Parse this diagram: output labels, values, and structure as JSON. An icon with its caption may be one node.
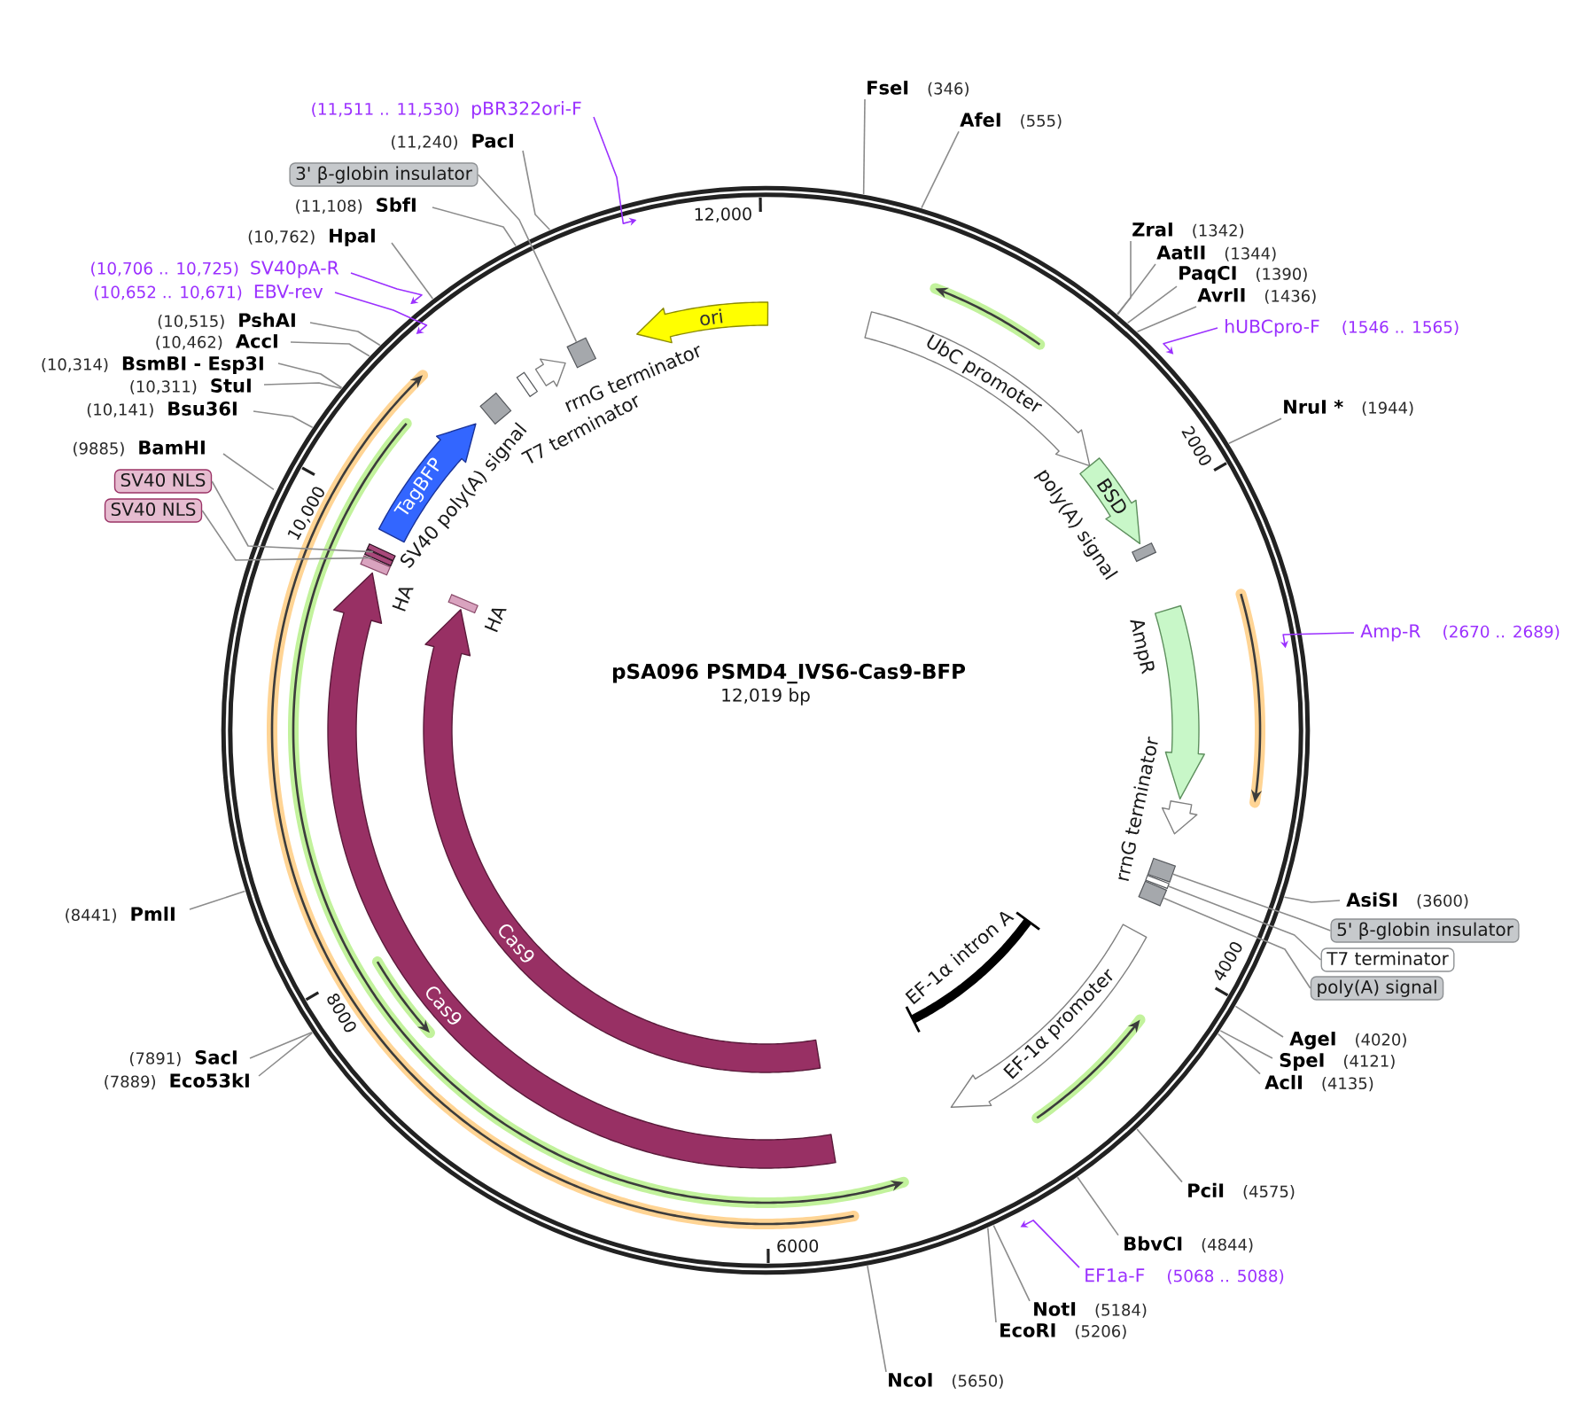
{
  "diagram": {
    "title": "pSA096 PSMD4_IVS6-Cas9-BFP",
    "nodes": [
      {
        "text": [
          "FseI",
          "(346)"
        ]
      },
      {
        "text": [
          "AfeI",
          "(555)"
        ]
      },
      {
        "text": [
          "ZraI",
          "(1342)"
        ]
      },
      {
        "text": [
          "AatII",
          "(1344)"
        ]
      },
      {
        "text": [
          "PaqCI",
          "(1390)"
        ]
      },
      {
        "text": [
          "AvrII",
          "(1436)"
        ]
      },
      {
        "text": [
          "hUBCpro-F",
          "(1546 .. 1565)"
        ]
      },
      {
        "text": [
          "NruI *",
          "(1944)"
        ]
      },
      {
        "text": [
          "Amp-R",
          "(2670 .. 2689)"
        ]
      },
      {
        "text": [
          "AsiSI",
          "(3600)"
        ]
      },
      {
        "text": [
          "5' β-globin insulator"
        ]
      },
      {
        "text": [
          "T7 terminator"
        ]
      },
      {
        "text": [
          "poly(A) signal"
        ]
      },
      {
        "text": [
          "AgeI",
          "(4020)"
        ]
      },
      {
        "text": [
          "SpeI",
          "(4121)"
        ]
      },
      {
        "text": [
          "AclI",
          "(4135)"
        ]
      },
      {
        "text": [
          "PciI",
          "(4575)"
        ]
      },
      {
        "text": [
          "BbvCI",
          "(4844)"
        ]
      },
      {
        "text": [
          "EF1a-F",
          "(5068 .. 5088)"
        ]
      },
      {
        "text": [
          "NotI",
          "(5184)"
        ]
      },
      {
        "text": [
          "EcoRI",
          "(5206)"
        ]
      },
      {
        "text": [
          "NcoI",
          "(5650)"
        ]
      },
      {
        "text": [
          "(7889)",
          "Eco53kI"
        ]
      },
      {
        "text": [
          "(7891)",
          "SacI"
        ]
      },
      {
        "text": [
          "(8441)",
          "PmlI"
        ]
      },
      {
        "text": [
          "SV40 NLS"
        ]
      },
      {
        "text": [
          "SV40 NLS"
        ]
      },
      {
        "text": [
          "(9885)",
          "BamHI"
        ]
      },
      {
        "text": [
          "(10,141)",
          "Bsu36I"
        ]
      },
      {
        "text": [
          "(10,311)",
          "StuI"
        ]
      },
      {
        "text": [
          "(10,314)",
          "BsmBI - Esp3I"
        ]
      },
      {
        "text": [
          "(10,462)",
          "AccI"
        ]
      },
      {
        "text": [
          "(10,515)",
          "PshAI"
        ]
      },
      {
        "text": [
          "(10,652 .. 10,671)",
          "EBV-rev"
        ]
      },
      {
        "text": [
          "(10,706 .. 10,725)",
          "SV40pA-R"
        ]
      },
      {
        "text": [
          "(10,762)",
          "HpaI"
        ]
      },
      {
        "text": [
          "(11,108)",
          "SbfI"
        ]
      },
      {
        "text": [
          "3' β-globin insulator"
        ]
      },
      {
        "text": [
          "(11,240)",
          "PacI"
        ]
      },
      {
        "text": [
          "(11,511 .. 11,530)",
          "pBR322ori-F"
        ]
      },
      {
        "text": [
          "UbC promoter"
        ]
      },
      {
        "text": [
          "BSD"
        ]
      },
      {
        "text": [
          "poly(A) signal"
        ]
      },
      {
        "text": [
          "AmpR"
        ]
      },
      {
        "text": [
          "rrnG terminator"
        ]
      },
      {
        "text": [],
        "shape": "box"
      },
      {
        "text": [],
        "shape": "box"
      },
      {
        "text": [],
        "shape": "box"
      },
      {
        "text": [
          "EF-1α promoter"
        ]
      },
      {
        "text": [
          "EF-1α intron A"
        ]
      },
      {
        "text": [
          "Cas9"
        ]
      },
      {
        "text": [
          "Cas9"
        ]
      },
      {
        "text": [
          "HA"
        ]
      },
      {
        "text": [
          "HA"
        ]
      },
      {
        "text": [],
        "shape": "box"
      },
      {
        "text": [],
        "shape": "box"
      },
      {
        "text": [
          "TagBFP"
        ]
      },
      {
        "text": [
          "SV40 poly(A) signal"
        ]
      },
      {
        "text": [
          "T7 terminator"
        ]
      },
      {
        "text": [
          "rrnG terminator"
        ]
      },
      {
        "text": [],
        "shape": "box"
      },
      {
        "text": [
          "ori"
        ]
      }
    ],
    "edges": [
      {
        "from": 0,
        "to": null,
        "arrow": "none"
      },
      {
        "from": 1,
        "to": null,
        "arrow": "none"
      },
      {
        "from": 2,
        "to": null,
        "arrow": "none"
      },
      {
        "from": 3,
        "to": null,
        "arrow": "none"
      },
      {
        "from": 4,
        "to": null,
        "arrow": "none"
      },
      {
        "from": 5,
        "to": null,
        "arrow": "none"
      },
      {
        "from": 6,
        "to": null,
        "arrow": "to",
        "color": "#9b30ff"
      },
      {
        "from": 7,
        "to": null,
        "arrow": "none"
      },
      {
        "from": 8,
        "to": null,
        "arrow": "to",
        "color": "#9b30ff"
      },
      {
        "from": 9,
        "to": null,
        "arrow": "none"
      },
      {
        "from": 10,
        "to": 45,
        "arrow": "none"
      },
      {
        "from": 11,
        "to": 46,
        "arrow": "none"
      },
      {
        "from": 12,
        "to": 47,
        "arrow": "none"
      },
      {
        "from": 13,
        "to": null,
        "arrow": "none"
      },
      {
        "from": 14,
        "to": null,
        "arrow": "none"
      },
      {
        "from": 15,
        "to": null,
        "arrow": "none"
      },
      {
        "from": 16,
        "to": null,
        "arrow": "none"
      },
      {
        "from": 17,
        "to": null,
        "arrow": "none"
      },
      {
        "from": 18,
        "to": null,
        "arrow": "to",
        "color": "#9b30ff"
      },
      {
        "from": 19,
        "to": null,
        "arrow": "none"
      },
      {
        "from": 20,
        "to": null,
        "arrow": "none"
      },
      {
        "from": 21,
        "to": null,
        "arrow": "none"
      },
      {
        "from": 22,
        "to": null,
        "arrow": "none"
      },
      {
        "from": 23,
        "to": null,
        "arrow": "none"
      },
      {
        "from": 24,
        "to": null,
        "arrow": "none"
      },
      {
        "from": 25,
        "to": 54,
        "arrow": "none"
      },
      {
        "from": 26,
        "to": 55,
        "arrow": "none"
      },
      {
        "from": 27,
        "to": null,
        "arrow": "none"
      },
      {
        "from": 28,
        "to": null,
        "arrow": "none"
      },
      {
        "from": 29,
        "to": null,
        "arrow": "none"
      },
      {
        "from": 30,
        "to": null,
        "arrow": "none"
      },
      {
        "from": 31,
        "to": null,
        "arrow": "none"
      },
      {
        "from": 32,
        "to": null,
        "arrow": "none"
      },
      {
        "from": 33,
        "to": null,
        "arrow": "to",
        "color": "#9b30ff"
      },
      {
        "from": 34,
        "to": null,
        "arrow": "to",
        "color": "#9b30ff"
      },
      {
        "from": 35,
        "to": null,
        "arrow": "none"
      },
      {
        "from": 36,
        "to": null,
        "arrow": "none"
      },
      {
        "from": 37,
        "to": 60,
        "arrow": "none"
      },
      {
        "from": 38,
        "to": null,
        "arrow": "none"
      },
      {
        "from": 39,
        "to": null,
        "arrow": "to",
        "color": "#9b30ff"
      }
    ],
    "labels": [
      "2000",
      "4000",
      "6000",
      "8000",
      "10,000",
      "12,000",
      "12,019 bp"
    ]
  }
}
